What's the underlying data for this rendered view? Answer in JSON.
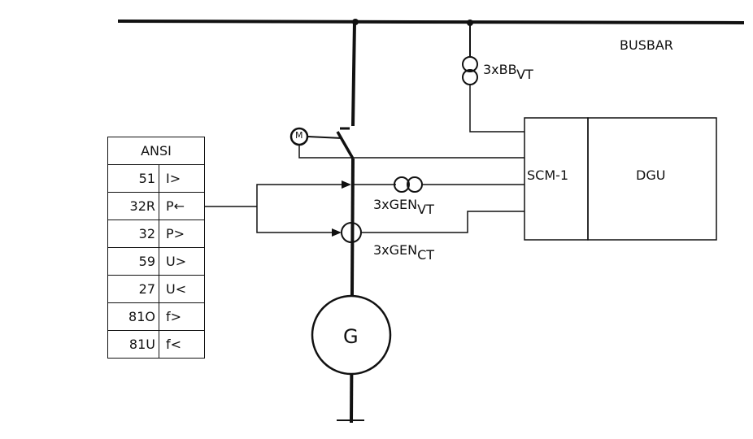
{
  "labels": {
    "busbar": "BUSBAR",
    "bb_vt_prefix": "3xBB",
    "bb_vt_sub": "VT",
    "gen_vt_prefix": "3xGEN",
    "gen_vt_sub": "VT",
    "gen_ct_prefix": "3xGEN",
    "gen_ct_sub": "CT",
    "scm": "SCM-1",
    "dgu": "DGU",
    "generator": "G",
    "motor": "M"
  },
  "ansi": {
    "header": "ANSI",
    "rows": [
      {
        "code": "51",
        "func": "I>"
      },
      {
        "code": "32R",
        "func": "P←"
      },
      {
        "code": "32",
        "func": "P>"
      },
      {
        "code": "59",
        "func": "U>"
      },
      {
        "code": "27",
        "func": "U<"
      },
      {
        "code": "81O",
        "func": "f>"
      },
      {
        "code": "81U",
        "func": "f<"
      }
    ]
  }
}
